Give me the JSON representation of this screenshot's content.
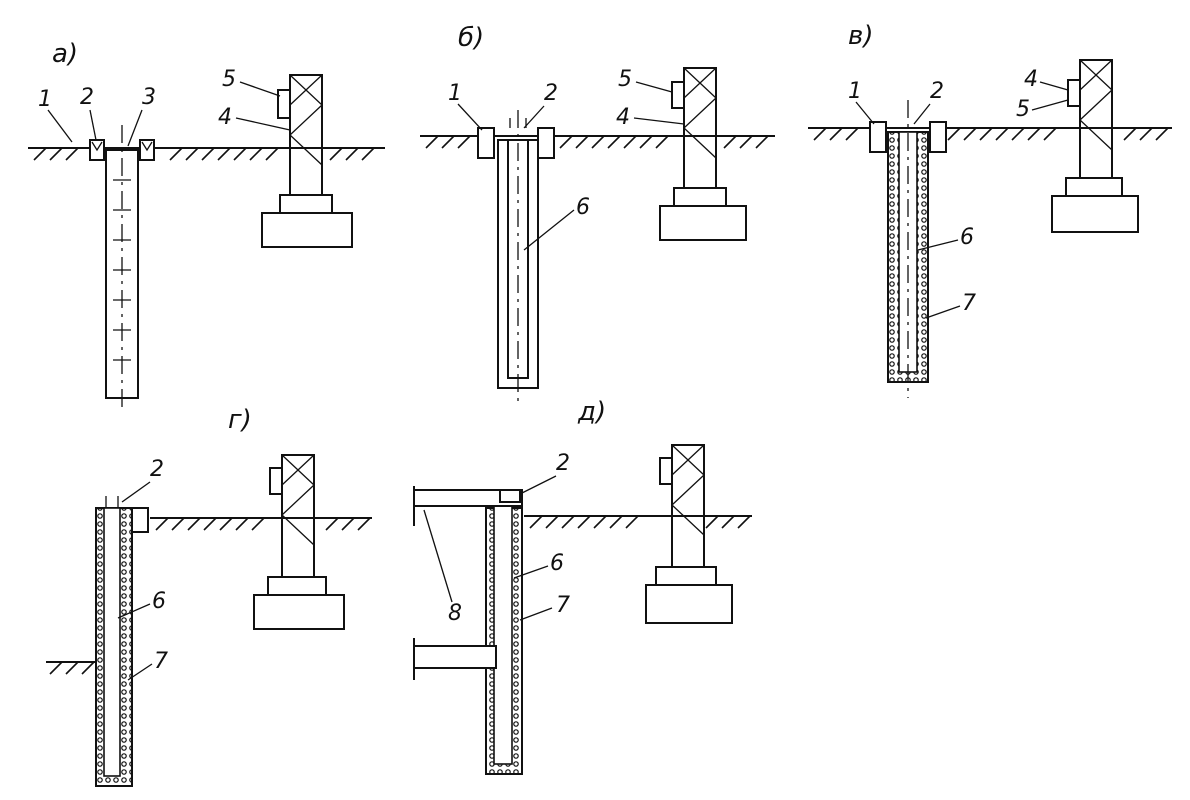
{
  "panels": [
    {
      "id": "a",
      "label": "а)"
    },
    {
      "id": "b",
      "label": "б)"
    },
    {
      "id": "v",
      "label": "в)"
    },
    {
      "id": "g",
      "label": "г)"
    },
    {
      "id": "d",
      "label": "д)"
    }
  ],
  "callouts": {
    "a": [
      "1",
      "2",
      "3",
      "4",
      "5"
    ],
    "b": [
      "1",
      "2",
      "4",
      "5",
      "6"
    ],
    "v": [
      "1",
      "2",
      "4",
      "5",
      "6",
      "7"
    ],
    "g": [
      "2",
      "6",
      "7"
    ],
    "d": [
      "2",
      "6",
      "7",
      "8"
    ]
  }
}
